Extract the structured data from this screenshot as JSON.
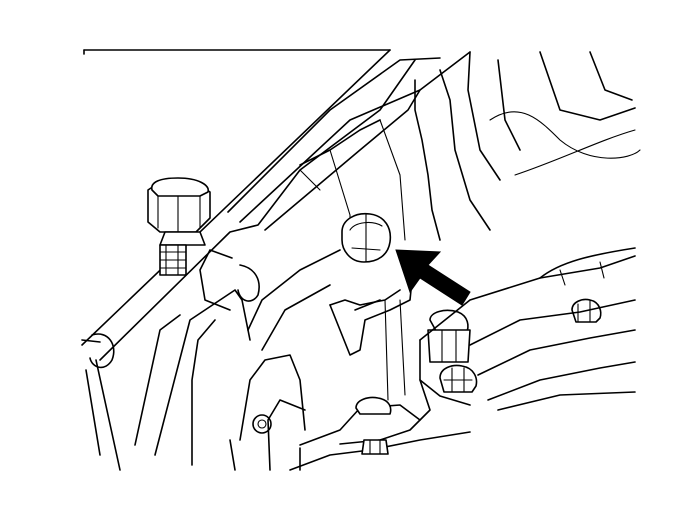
{
  "figure": {
    "kind": "technical line illustration",
    "components": [
      {
        "name": "mounting-bolt",
        "icon": "hex-bolt-icon"
      },
      {
        "name": "stud-nut",
        "icon": "hex-nut-stud-icon"
      },
      {
        "name": "bracket-bolt",
        "icon": "hex-bolt-icon"
      },
      {
        "name": "lower-bolt",
        "icon": "hex-bolt-icon"
      },
      {
        "name": "right-bolt",
        "icon": "hex-bolt-icon"
      }
    ],
    "indicator": {
      "icon": "arrow-icon",
      "color": "#000000",
      "points_to": "mounting-bolt"
    },
    "line_color": "#000000",
    "background_color": "#ffffff"
  }
}
